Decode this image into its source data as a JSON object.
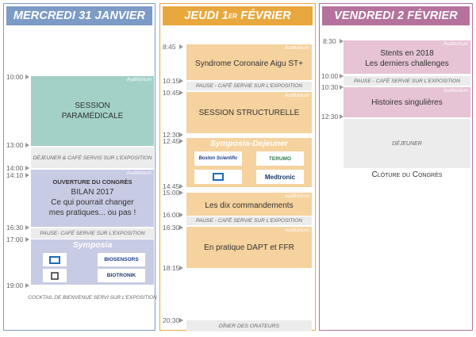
{
  "colors": {
    "mercredi": "#7c9bc6",
    "jeudi": "#e8a83e",
    "vendredi": "#b4729c",
    "teal": "#a3d1c7",
    "lavender": "#c8cbe4",
    "peach": "#f5d29e",
    "pink": "#e6c3d5",
    "pause": "#ececec"
  },
  "mercredi": {
    "header": "MERCREDI 31 JANVIER",
    "times": [
      "10:00",
      "13:00",
      "14:00",
      "14:10",
      "16:30",
      "17:00",
      "19:00"
    ],
    "session1": {
      "tag": "Auditorium",
      "line1": "SESSION",
      "line2": "PARAMÉDICALE"
    },
    "lunch": "DÉJEUNER & CAFÉ SERVIS SUR L'EXPOSITION",
    "bilan": {
      "tag": "Auditorium",
      "heading": "OUVERTURE DU CONGRÈS",
      "line1": "BILAN 2017",
      "line2": "Ce qui pourrait changer",
      "line3": "mes pratiques... ou pas !"
    },
    "pause": "PAUSE- CAFÉ SERVIE SUR L'EXPOSITION",
    "symposia": {
      "title": "Symposia",
      "logos": [
        {
          "name": "abbott",
          "label": "Abbott"
        },
        {
          "name": "biosensors",
          "label": "BIOSENSORS"
        },
        {
          "name": "cordis",
          "label": "Cordis"
        },
        {
          "name": "biotronik",
          "label": "BIOTRONIK"
        }
      ]
    },
    "cocktail": "COCKTAIL DE BIENVENUE SERVI SUR L'EXPOSITION"
  },
  "jeudi": {
    "header_main": "JEUDI 1",
    "header_sup": "ER",
    "header_end": " FÉVRIER",
    "times": [
      "8:45",
      "10:15",
      "10:45",
      "12:30",
      "12:45",
      "14:45",
      "15:00",
      "16:00",
      "16:30",
      "18:15",
      "20:30"
    ],
    "syndrome": {
      "tag": "Auditorium",
      "title": "Syndrome Coronaire Aigu ST+"
    },
    "pause1": "PAUSE - CAFÉ SERVIE SUR L'EXPOSITION",
    "structurelle": {
      "tag": "Auditorium",
      "title": "SESSION STRUCTURELLE"
    },
    "symposia": {
      "title": "Symposia-Dejeuner",
      "logos": [
        {
          "name": "boston-scientific",
          "label": "Boston Scientific"
        },
        {
          "name": "terumo",
          "label": "TERUMO"
        },
        {
          "name": "abbott",
          "label": "Abbott"
        },
        {
          "name": "medtronic",
          "label": "Medtronic"
        }
      ]
    },
    "commandements": {
      "tag": "Auditorium",
      "title": "Les dix commandements"
    },
    "pause2": "PAUSE - CAFÉ SERVIE SUR L'EXPOSITION",
    "dapt": {
      "tag": "Auditorium",
      "title": "En pratique DAPT et FFR"
    },
    "diner": "DÎNER DES ORATEURS"
  },
  "vendredi": {
    "header": "VENDREDI 2 FÉVRIER",
    "times": [
      "8:30",
      "10:00",
      "10:30",
      "12:30"
    ],
    "stents": {
      "tag": "Auditorium",
      "line1": "Stents en 2018",
      "line2": "Les derniers challenges"
    },
    "pause": "PAUSE - CAFÉ SERVIE SUR L'EXPOSITION",
    "histoires": {
      "tag": "Auditorium",
      "title": "Histoires singulières"
    },
    "dejeuner": "DÉJEUNER",
    "cloture": "Clôture du Congrès"
  }
}
